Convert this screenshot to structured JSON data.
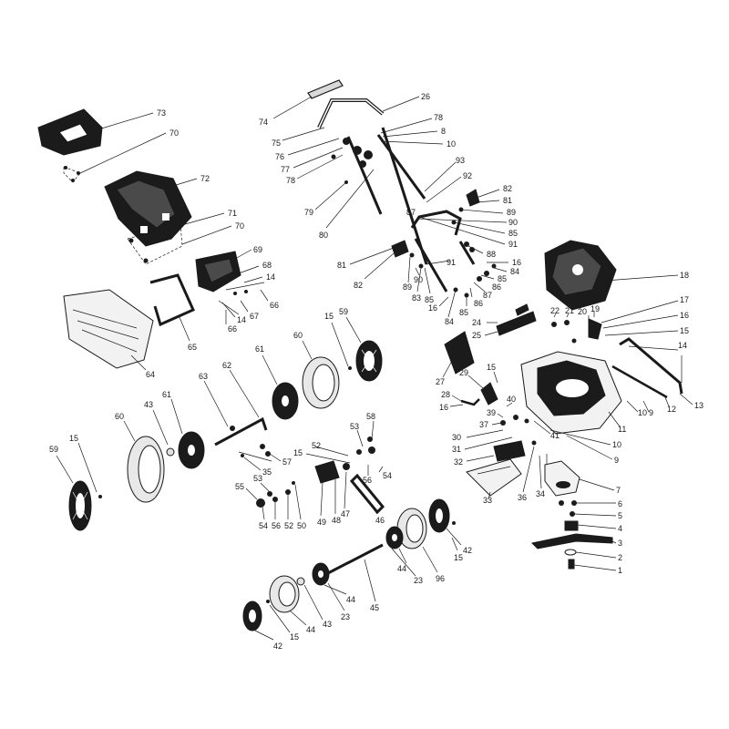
{
  "labels": {
    "l73": "73",
    "l70a": "70",
    "l72": "72",
    "l71": "71",
    "l70b": "70",
    "l69": "69",
    "l68": "68",
    "l14a": "14",
    "l66a": "66",
    "l67": "67",
    "l14b": "14",
    "l66b": "66",
    "l65": "65",
    "l64": "64",
    "l74": "74",
    "l75": "75",
    "l76": "76",
    "l77": "77",
    "l78a": "78",
    "l26": "26",
    "l78b": "78",
    "l8a": "8",
    "l10a": "10",
    "l93": "93",
    "l92": "92",
    "l79": "79",
    "l80": "80",
    "l82a": "82",
    "l81a": "81",
    "l89a": "89",
    "l87a": "87",
    "l90a": "90",
    "l85a": "85",
    "l91a": "91",
    "l88": "88",
    "l16a": "16",
    "l84a": "84",
    "l85b": "85",
    "l87b": "87",
    "l86a": "86",
    "l86b": "86",
    "l85c": "85",
    "l84b": "84",
    "l16b": "16",
    "l91b": "91",
    "l85d": "85",
    "l90b": "90",
    "l89b": "89",
    "l83": "83",
    "l82b": "82",
    "l81b": "81",
    "l18": "18",
    "l17": "17",
    "l16c": "16",
    "l15a": "15",
    "l14c": "14",
    "l13": "13",
    "l22": "22",
    "l21": "21",
    "l20": "20",
    "l19": "19",
    "l24": "24",
    "l25": "25",
    "l27": "27",
    "l29": "29",
    "l15b": "15",
    "l28": "28",
    "l16d": "16",
    "l40": "40",
    "l39": "39",
    "l37": "37",
    "l30": "30",
    "l31": "31",
    "l32": "32",
    "l33": "33",
    "l36": "36",
    "l34": "34",
    "l41": "41",
    "l10b": "10",
    "l9a": "9",
    "l10c": "10",
    "l9b": "9",
    "l12": "12",
    "l11": "11",
    "l7": "7",
    "l6": "6",
    "l5": "5",
    "l4": "4",
    "l3": "3",
    "l2": "2",
    "l1": "1",
    "l59a": "59",
    "l15c": "15",
    "l60a": "60",
    "l61a": "61",
    "l63": "63",
    "l62": "62",
    "l43a": "43",
    "l61b": "61",
    "l60b": "60",
    "l59b": "59",
    "l15d": "15",
    "l57": "57",
    "l35": "35",
    "l53a": "53",
    "l58": "58",
    "l52a": "52",
    "l15e": "15",
    "l56a": "56",
    "l54a": "54",
    "l53b": "53",
    "l55": "55",
    "l54b": "54",
    "l56b": "56",
    "l52b": "52",
    "l50": "50",
    "l49": "49",
    "l48": "48",
    "l47": "47",
    "l46": "46",
    "l42a": "42",
    "l15f": "15",
    "l44a": "44",
    "l23a": "23",
    "l96": "96",
    "l44b": "44",
    "l23b": "23",
    "l45": "45",
    "l43b": "43",
    "l44c": "44",
    "l15g": "15",
    "l42b": "42"
  }
}
